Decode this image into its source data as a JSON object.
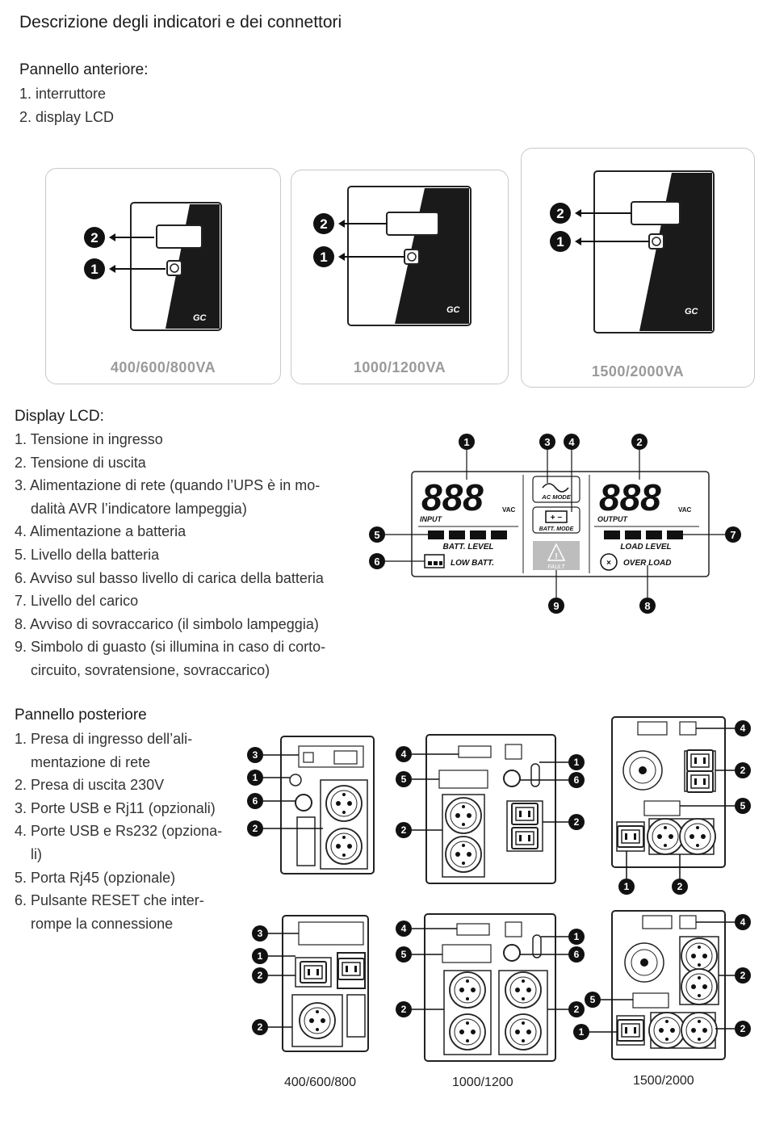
{
  "title": "Descrizione degli indicatori e dei connettori",
  "front": {
    "heading": "Pannello anteriore:",
    "items": [
      "1. interruttore",
      "2. display LCD"
    ],
    "models": [
      "400/600/800VA",
      "1000/1200VA",
      "1500/2000VA"
    ],
    "logo": "GC"
  },
  "lcd": {
    "heading": "Display LCD:",
    "items": [
      "1. Tensione in ingresso",
      "2. Tensione di uscita",
      "3. Alimentazione di rete (quando l’UPS è in mo-",
      "dalità AVR l’indicatore lampeggia)",
      "4. Alimentazione a batteria",
      "5. Livello della batteria",
      "6. Avviso sul basso livello di carica della batteria",
      "7. Livello del carico",
      "8. Avviso di sovraccarico (il simbolo lampeggia)",
      "9. Simbolo di guasto (si illumina in caso di corto-",
      "circuito, sovratensione, sovraccarico)"
    ],
    "digits": "888",
    "vac": "VAC",
    "input": "INPUT",
    "output": "OUTPUT",
    "ac_mode": "AC MODE",
    "batt_mode": "BATT. MODE",
    "batt_level": "BATT.  LEVEL",
    "load_level": "LOAD  LEVEL",
    "low_batt": "LOW BATT.",
    "over_load": "OVER LOAD",
    "fault": "FAULT",
    "callouts": [
      "1",
      "2",
      "3",
      "4",
      "5",
      "6",
      "7",
      "8",
      "9"
    ]
  },
  "rear": {
    "heading": "Pannello posteriore",
    "items": [
      "1. Presa di ingresso dell’ali-",
      "mentazione di rete",
      "2. Presa di uscita 230V",
      "3. Porte USB e Rj11 (opzionali)",
      "4. Porte USB e Rs232 (opziona-",
      "li)",
      "5. Porta Rj45 (opzionale)",
      "6. Pulsante RESET che inter-",
      "rompe la connessione"
    ],
    "models": [
      "400/600/800",
      "1000/1200",
      "1500/2000"
    ]
  }
}
